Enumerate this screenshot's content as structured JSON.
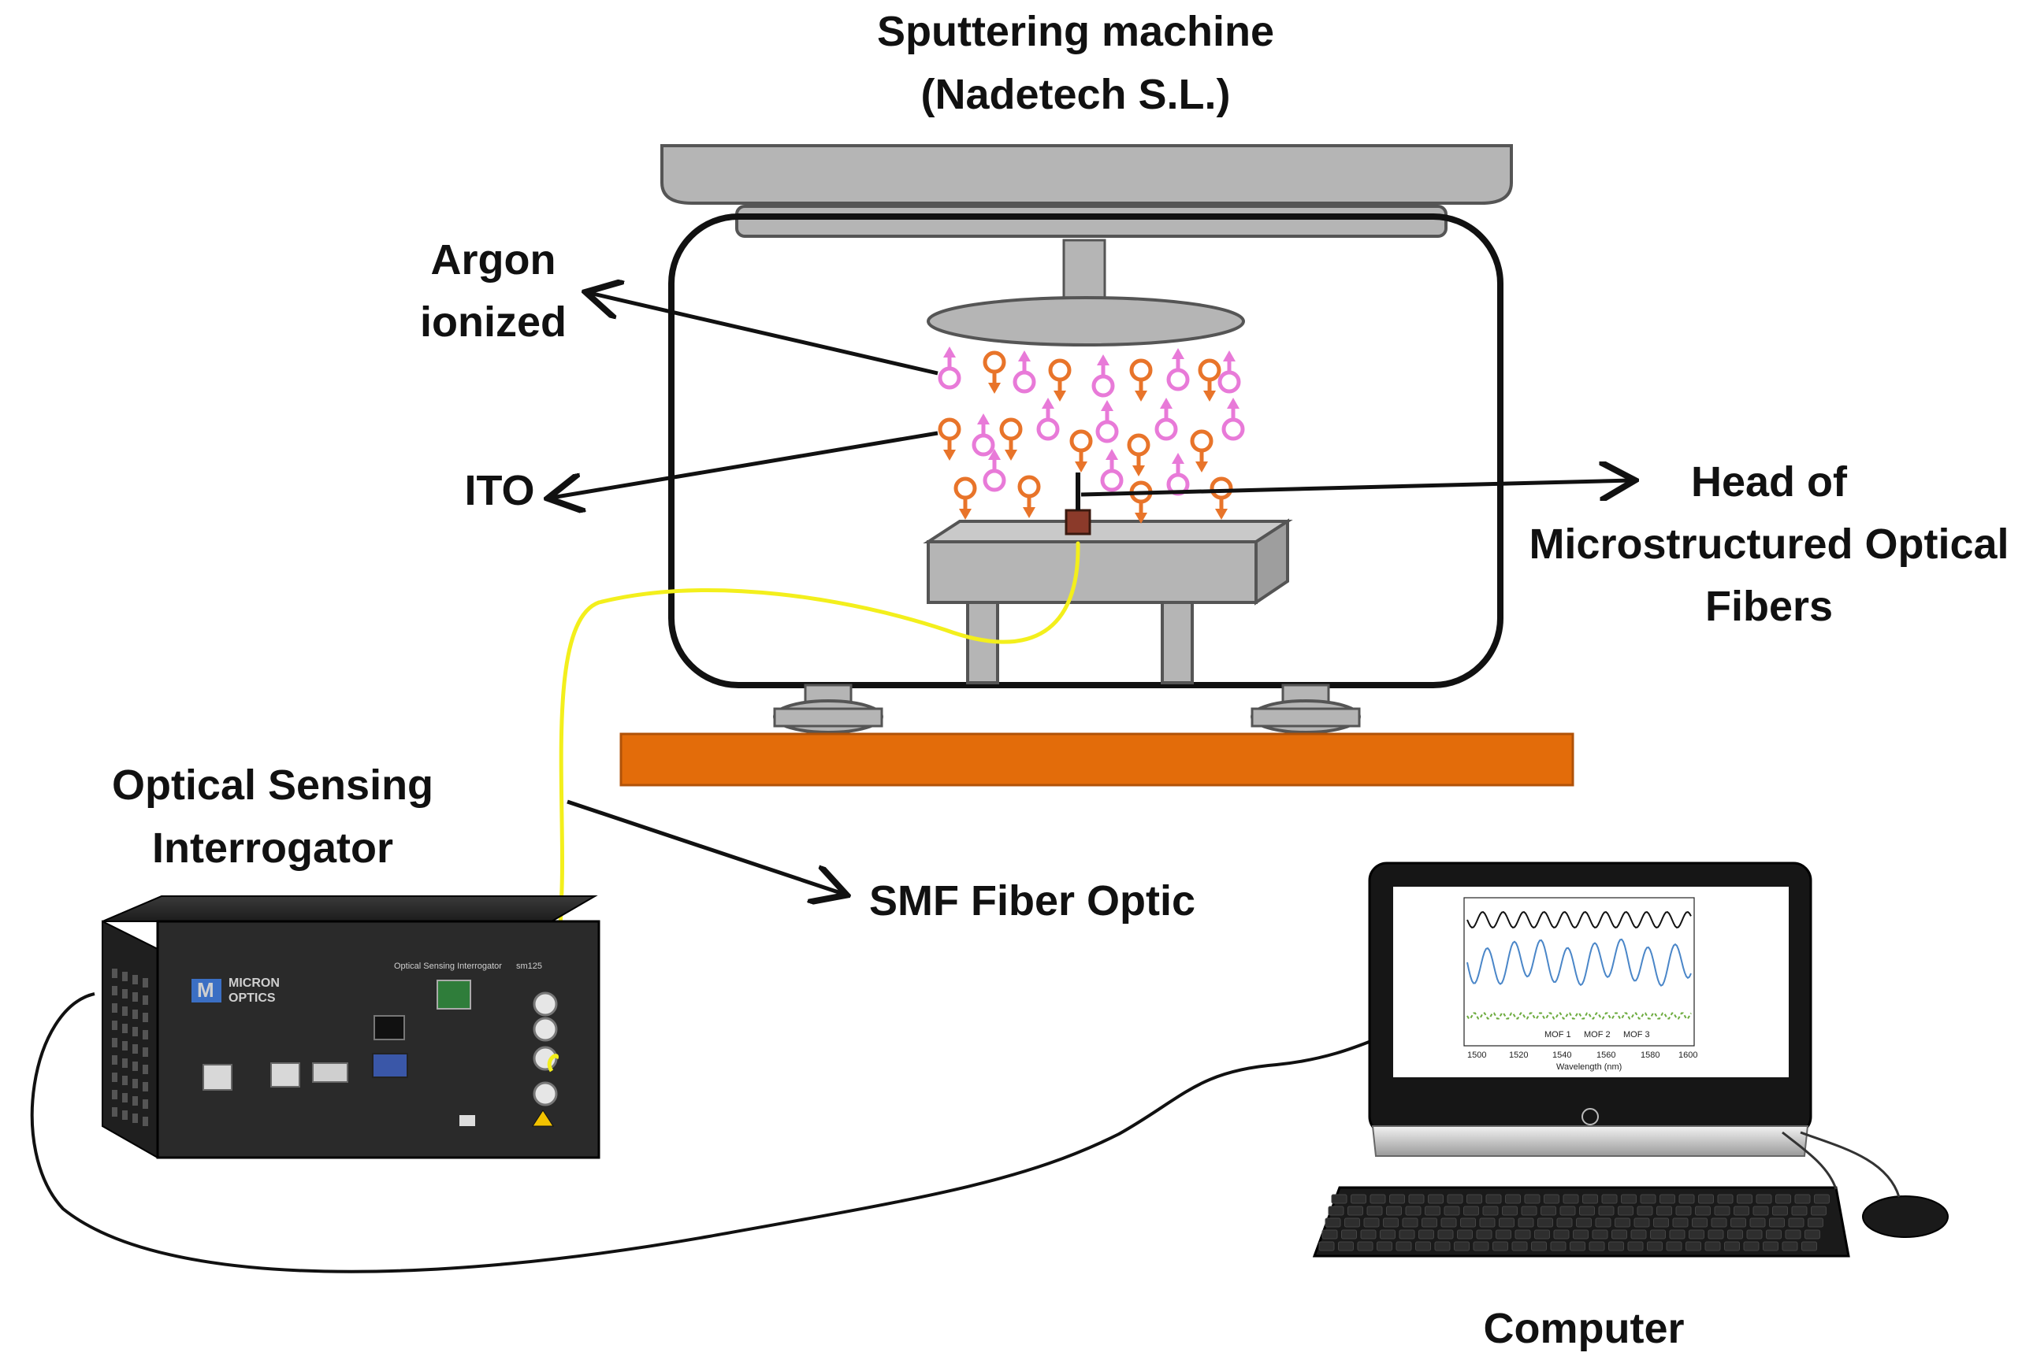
{
  "labels": {
    "sputtering_line1": "Sputtering machine",
    "sputtering_line2": "(Nadetech S.L.)",
    "argon_line1": "Argon",
    "argon_line2": "ionized",
    "ito": "ITO",
    "head_line1": "Head of",
    "head_line2": "Microstructured Optical",
    "head_line3": "Fibers",
    "interrogator_line1": "Optical Sensing",
    "interrogator_line2": "Interrogator",
    "smf": "SMF Fiber Optic",
    "computer": "Computer"
  },
  "device": {
    "brand_line1": "MICRON",
    "brand_line2": "OPTICS",
    "panel_title": "Optical Sensing Interrogator",
    "model": "sm125"
  },
  "screen_plot": {
    "legend": [
      "MOF 1",
      "MOF 2",
      "MOF 3"
    ],
    "xlabel": "Wavelength (nm)",
    "x_ticks": [
      "1500",
      "1520",
      "1540",
      "1560",
      "1580",
      "1600"
    ]
  },
  "colors": {
    "argon": "#e87ad8",
    "ito": "#e8742a",
    "base": "#e36c0a",
    "fiber": "#f3ef1c",
    "gray": "#b5b5b5"
  }
}
